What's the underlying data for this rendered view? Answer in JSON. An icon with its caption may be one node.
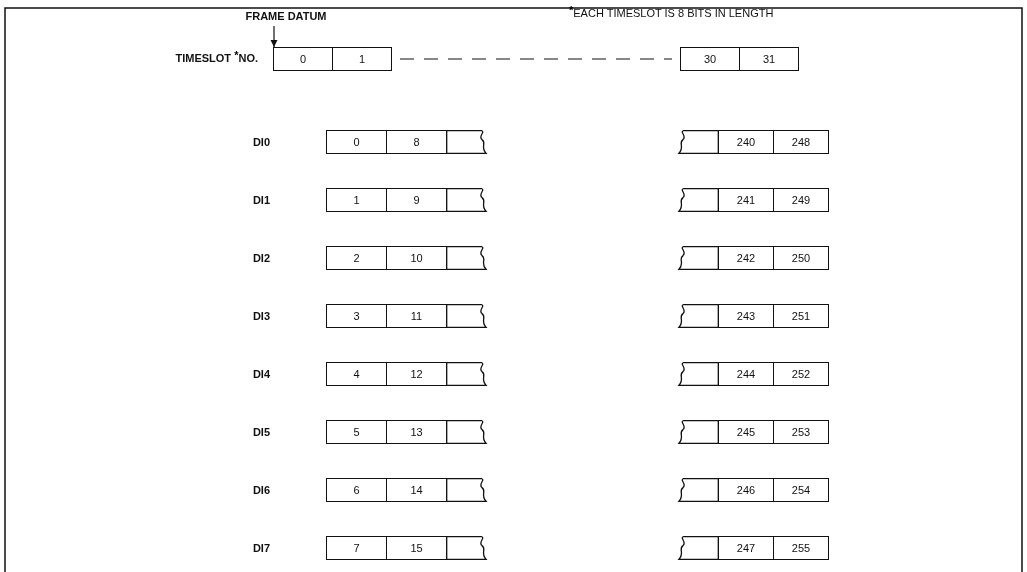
{
  "diagram": {
    "nodes": [
      {
        "text": [
          "FRAME DATUM"
        ]
      },
      {
        "text": [
          "0"
        ]
      },
      {
        "text": [
          "1"
        ]
      },
      {
        "text": [
          "30"
        ]
      },
      {
        "text": [
          "31"
        ]
      },
      {
        "text": [
          "0"
        ]
      },
      {
        "text": [
          "8"
        ]
      },
      {
        "text": [],
        "shape": "box"
      },
      {
        "text": [],
        "shape": "box"
      },
      {
        "text": [
          "240"
        ]
      },
      {
        "text": [
          "248"
        ]
      },
      {
        "text": [
          "1"
        ]
      },
      {
        "text": [
          "9"
        ]
      },
      {
        "text": [],
        "shape": "box"
      },
      {
        "text": [],
        "shape": "box"
      },
      {
        "text": [
          "241"
        ]
      },
      {
        "text": [
          "249"
        ]
      },
      {
        "text": [
          "2"
        ]
      },
      {
        "text": [
          "10"
        ]
      },
      {
        "text": [],
        "shape": "box"
      },
      {
        "text": [],
        "shape": "box"
      },
      {
        "text": [
          "242"
        ]
      },
      {
        "text": [
          "250"
        ]
      },
      {
        "text": [
          "3"
        ]
      },
      {
        "text": [
          "11"
        ]
      },
      {
        "text": [],
        "shape": "box"
      },
      {
        "text": [],
        "shape": "box"
      },
      {
        "text": [
          "243"
        ]
      },
      {
        "text": [
          "251"
        ]
      },
      {
        "text": [
          "4"
        ]
      },
      {
        "text": [
          "12"
        ]
      },
      {
        "text": [],
        "shape": "box"
      },
      {
        "text": [],
        "shape": "box"
      },
      {
        "text": [
          "244"
        ]
      },
      {
        "text": [
          "252"
        ]
      },
      {
        "text": [
          "5"
        ]
      },
      {
        "text": [
          "13"
        ]
      },
      {
        "text": [],
        "shape": "box"
      },
      {
        "text": [],
        "shape": "box"
      },
      {
        "text": [
          "245"
        ]
      },
      {
        "text": [
          "253"
        ]
      },
      {
        "text": [
          "6"
        ]
      },
      {
        "text": [
          "14"
        ]
      },
      {
        "text": [],
        "shape": "box"
      },
      {
        "text": [],
        "shape": "box"
      },
      {
        "text": [
          "246"
        ]
      },
      {
        "text": [
          "254"
        ]
      },
      {
        "text": [
          "7"
        ]
      },
      {
        "text": [
          "15"
        ]
      },
      {
        "text": [],
        "shape": "box"
      },
      {
        "text": [],
        "shape": "box"
      },
      {
        "text": [
          "247"
        ]
      },
      {
        "text": [
          "255"
        ]
      }
    ],
    "edges": [
      {
        "from": 0,
        "to": 1,
        "arrow": "to"
      },
      {
        "from": 2,
        "to": 3,
        "arrow": "none",
        "style": "dashed"
      }
    ],
    "labels": [
      "$^{*}$EACH TIMESLOT IS 8 BITS IN LENGTH",
      "TIMESLOT $^{*}$NO.",
      "DI0",
      "DI1",
      "DI2",
      "DI3",
      "DI4",
      "DI5",
      "DI6",
      "DI7"
    ]
  }
}
